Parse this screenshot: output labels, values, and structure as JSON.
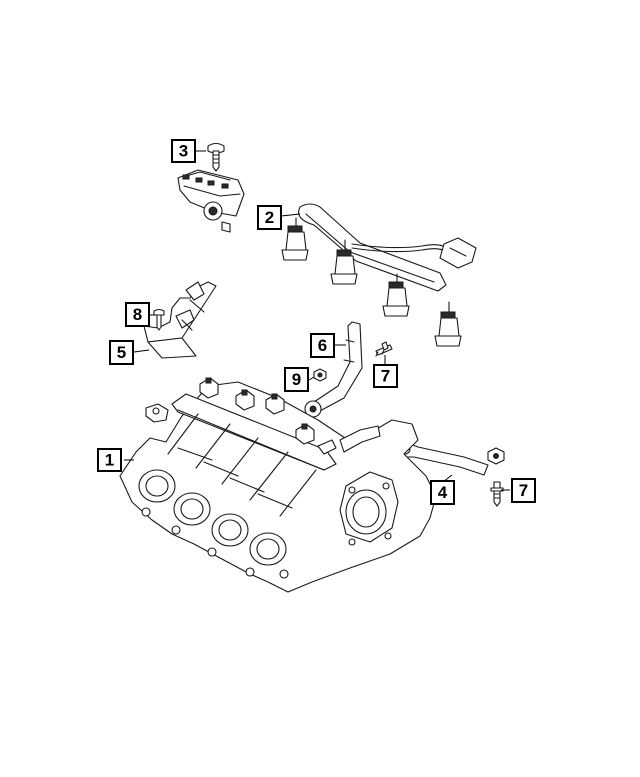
{
  "callouts": [
    {
      "id": "1",
      "label": "1"
    },
    {
      "id": "2",
      "label": "2"
    },
    {
      "id": "3",
      "label": "3"
    },
    {
      "id": "4",
      "label": "4"
    },
    {
      "id": "5",
      "label": "5"
    },
    {
      "id": "6",
      "label": "6"
    },
    {
      "id": "7a",
      "label": "7"
    },
    {
      "id": "7b",
      "label": "7"
    },
    {
      "id": "8",
      "label": "8"
    },
    {
      "id": "9",
      "label": "9"
    }
  ]
}
